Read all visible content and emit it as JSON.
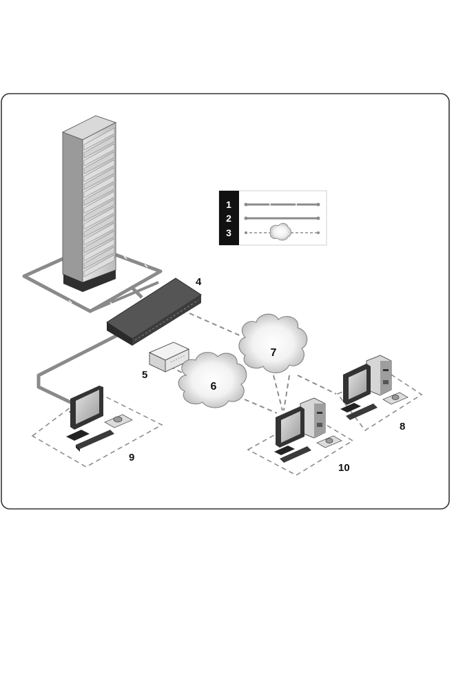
{
  "diagram": {
    "callouts": {
      "kvm_switch": "4",
      "adapter": "5",
      "network_6": "6",
      "network_7": "7",
      "remote_pc_8": "8",
      "local_console": "9",
      "remote_pc_10": "10"
    },
    "legend": {
      "items": [
        {
          "number": "1",
          "line_style": "cable-with-connectors"
        },
        {
          "number": "2",
          "line_style": "solid-cable"
        },
        {
          "number": "3",
          "line_style": "dashed-network-link"
        }
      ]
    },
    "colors": {
      "frame": "#333333",
      "cable": "#8a8a8a",
      "dashed_link": "#8c8c8c",
      "switch_body": "#3d3d3d",
      "rack": "#c8c8c8",
      "legend_key_bg": "#111111",
      "cloud": "#d8d8d8"
    }
  }
}
